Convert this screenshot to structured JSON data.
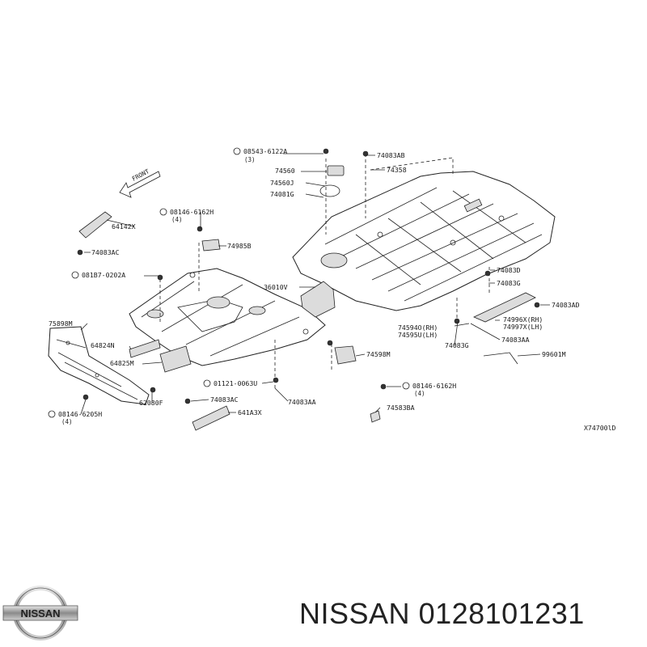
{
  "diagram": {
    "front_label": "FRONT",
    "ref_code": "X74700lD",
    "callouts": [
      {
        "id": "c1",
        "text": "08543-6122A",
        "qty": "(3)",
        "circled": true
      },
      {
        "id": "c2",
        "text": "74560"
      },
      {
        "id": "c3",
        "text": "74560J"
      },
      {
        "id": "c4",
        "text": "74081G"
      },
      {
        "id": "c5",
        "text": "74083AB"
      },
      {
        "id": "c6",
        "text": "74358"
      },
      {
        "id": "c7",
        "text": "08146-6162H",
        "qty": "(4)",
        "circled": true
      },
      {
        "id": "c8",
        "text": "64142X"
      },
      {
        "id": "c9",
        "text": "74083AC"
      },
      {
        "id": "c10",
        "text": "74985B"
      },
      {
        "id": "c11",
        "text": "081B7-0202A",
        "circled": true
      },
      {
        "id": "c12",
        "text": "36010V"
      },
      {
        "id": "c13",
        "text": "74083D"
      },
      {
        "id": "c14",
        "text": "74083G"
      },
      {
        "id": "c15",
        "text": "74083AD"
      },
      {
        "id": "c16",
        "text": "74996X(RH)"
      },
      {
        "id": "c17",
        "text": "74997X(LH)"
      },
      {
        "id": "c18",
        "text": "74594O(RH)"
      },
      {
        "id": "c19",
        "text": "74595U(LH)"
      },
      {
        "id": "c20",
        "text": "74083AA"
      },
      {
        "id": "c21",
        "text": "74083G"
      },
      {
        "id": "c22",
        "text": "75898M"
      },
      {
        "id": "c23",
        "text": "64824N"
      },
      {
        "id": "c24",
        "text": "64825M"
      },
      {
        "id": "c25",
        "text": "74598M"
      },
      {
        "id": "c26",
        "text": "99601M"
      },
      {
        "id": "c27",
        "text": "01121-0063U",
        "circled": true
      },
      {
        "id": "c28",
        "text": "74083AA"
      },
      {
        "id": "c29",
        "text": "08146-6162H",
        "qty": "(4)",
        "circled": true
      },
      {
        "id": "c30",
        "text": "74583BA"
      },
      {
        "id": "c31",
        "text": "74083AC"
      },
      {
        "id": "c32",
        "text": "641A3X"
      },
      {
        "id": "c33",
        "text": "62080F"
      },
      {
        "id": "c34",
        "text": "08146-6205H",
        "qty": "(4)",
        "circled": true
      }
    ]
  },
  "footer": {
    "brand": "NISSAN",
    "part_number": "0128101231",
    "logo_text": "NISSAN"
  }
}
